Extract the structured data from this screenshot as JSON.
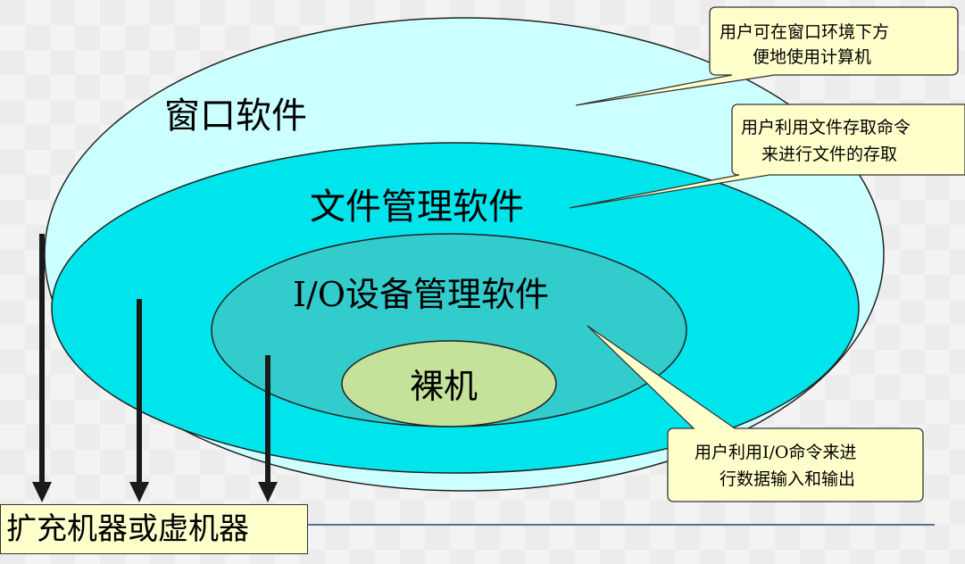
{
  "layers": {
    "window_software": "窗口软件",
    "file_management_software": "文件管理软件",
    "io_device_management_software": "I/O设备管理软件",
    "bare_machine": "裸机"
  },
  "callouts": {
    "window": [
      "用户可在窗口环境下方",
      "便地使用计算机"
    ],
    "file": [
      "用户利用文件存取命令",
      "来进行文件的存取"
    ],
    "io": [
      "用户利用I/O命令来进",
      "行数据输入和输出"
    ]
  },
  "result_label": "扩充机器或虚机器",
  "colors": {
    "outer_ellipse": "#ccffff",
    "file_ellipse": "#00e5ec",
    "io_ellipse": "#33cccc",
    "bare_ellipse": "#c5e29a",
    "callout_fill": "#ffffcc",
    "arrow": "#1a1a1a"
  }
}
